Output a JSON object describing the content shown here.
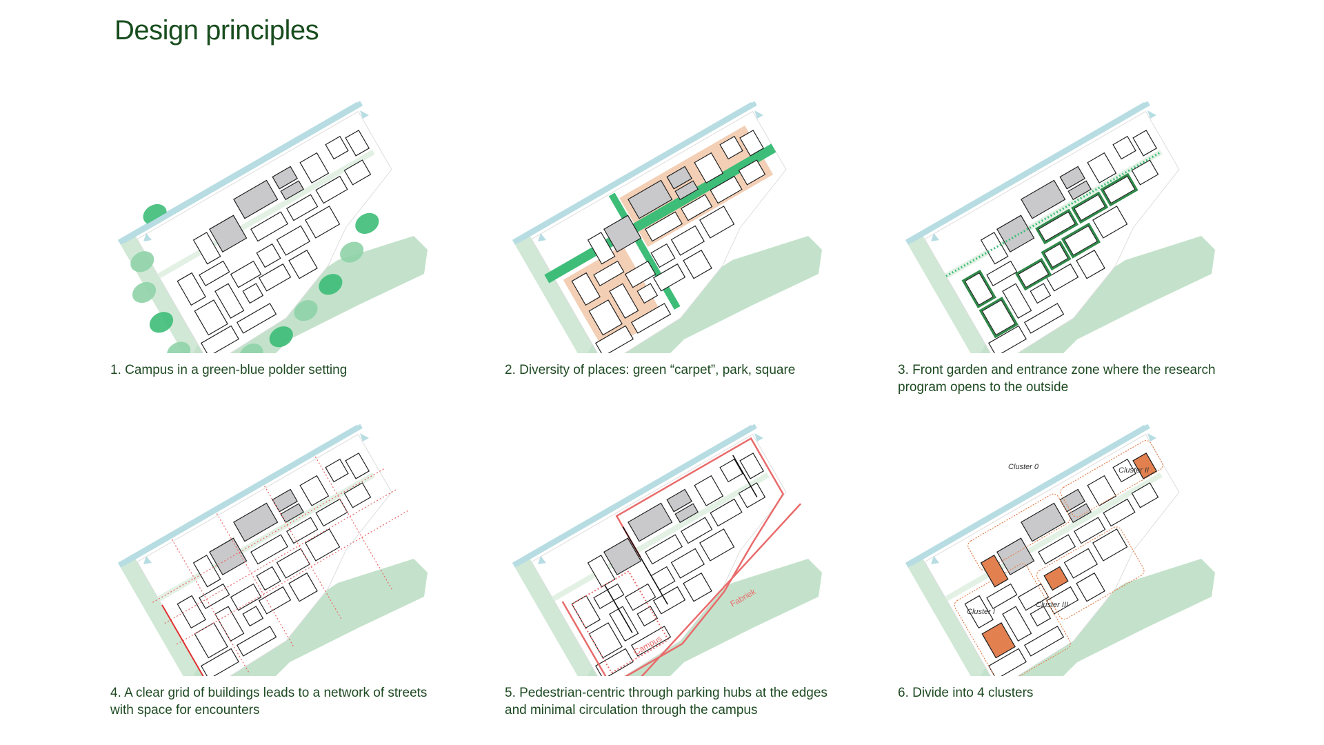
{
  "title": "Design principles",
  "colors": {
    "water": "#b7dde3",
    "land": "#c4e2cb",
    "tree": "#3dbd78",
    "building_gray": "#c9c9cb",
    "accent_orange": "#e2804f",
    "carpet": "#f0c3a3",
    "route_red": "#e96b6b",
    "square_yellow": "#f2c85a",
    "dark_green": "#2f8a4a"
  },
  "panels": [
    {
      "caption": "1. Campus in a green-blue polder setting"
    },
    {
      "caption": "2. Diversity of places: green “carpet”, park, square"
    },
    {
      "caption": "3. Front garden and entrance zone where the research program opens to the outside"
    },
    {
      "caption": "4. A clear grid of buildings leads to a network of streets with space for encounters"
    },
    {
      "caption": "5. Pedestrian-centric through parking hubs at the edges and minimal circulation through the campus",
      "labels": [
        "Campus",
        "Fabriek"
      ]
    },
    {
      "caption": "6. Divide into 4 clusters",
      "labels": [
        "Cluster 0",
        "Cluster II",
        "Cluster I",
        "Cluster III"
      ]
    }
  ]
}
